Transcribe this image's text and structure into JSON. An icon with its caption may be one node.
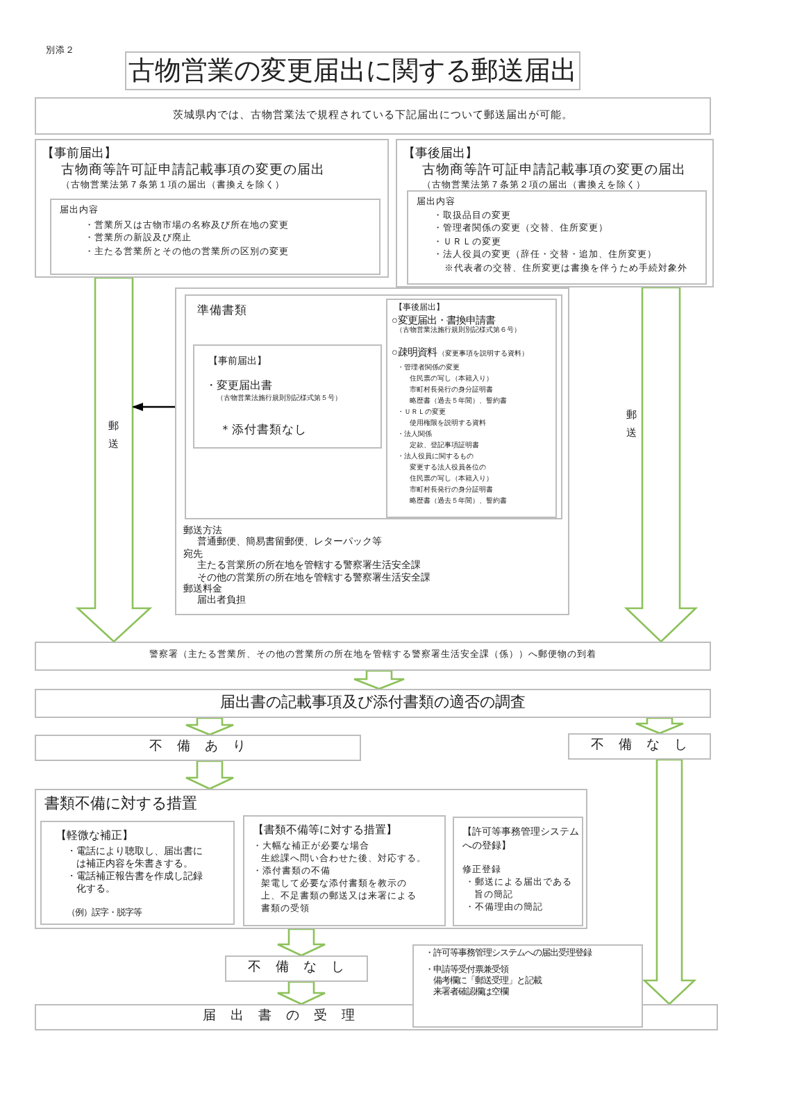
{
  "diagram": {
    "title": "古物営業の変更届出に関する郵送届出",
    "nodes": [
      {
        "text": [
          "茨城県内では、古物営業法で規程されている下記届出について郵送届出が可能。"
        ]
      },
      {
        "text": [
          "【事前届出】",
          "古物商等許可証申請記載事項の変更の届出",
          "（古物営業法第７条第１項の届出（書換えを除く）"
        ]
      },
      {
        "text": [
          "届出内容",
          "・営業所又は古物市場の名称及び所在地の変更",
          "・営業所の新設及び廃止",
          "・主たる営業所とその他の営業所の区別の変更"
        ],
        "in": 1
      },
      {
        "text": [
          "【事後届出】",
          "古物商等許可証申請記載事項の変更の届出",
          "（古物営業法第７条第２項の届出（書換えを除く）"
        ]
      },
      {
        "text": [
          "届出内容",
          "・取扱品目の変更",
          "・管理者関係の変更（交替、住所変更）",
          "・ＵＲＬの変更",
          "・法人役員の変更（辞任・交替・追加、住所変更）",
          "※代表者の交替、住所変更は書換を伴うため手続対象外"
        ],
        "in": 3
      },
      {
        "text": [
          "郵送方法",
          "普通郵便、簡易書留郵便、レターパック等",
          "宛先",
          "主たる営業所の所在地を管轄する警察署生活安全課",
          "その他の営業所の所在地を管轄する警察署生活安全課",
          "郵送料金",
          "届出者負担"
        ]
      },
      {
        "text": [
          "準備書類"
        ],
        "in": 5
      },
      {
        "text": [
          "【事前届出】",
          "・変更届出書",
          "（古物営業法施行規則別記様式第５号）",
          "＊添付書類なし"
        ],
        "in": 6
      },
      {
        "text": [
          "【事後届出】",
          "○変更届出・書換申請書",
          "（古物営業法施行規則別記様式第６号）",
          "○疎明資料",
          "（変更事項を説明する資料）",
          "・管理者関係の変更",
          "住民票の写し（本籍入り）",
          "市町村長発行の身分証明書",
          "略歴書（過去５年間）、誓約書",
          "・ＵＲＬの変更",
          "使用権限を説明する資料",
          "・法人関係",
          "定款、登記事項証明書",
          "・法人役員に関するもの",
          "変更する法人役員各位の",
          "住民票の写し（本籍入り）",
          "市町村長発行の身分証明書",
          "略歴書（過去５年間）、誓約書"
        ],
        "in": 6
      },
      {
        "text": [
          "警察署（主たる営業所、その他の営業所の所在地を管轄する警察署生活安全課（係））へ郵便物の到着"
        ]
      },
      {
        "text": [
          "届出書の記載事項及び添付書類の適否の調査"
        ]
      },
      {
        "text": [
          "不　備　あ　り"
        ]
      },
      {
        "text": [
          "不　備　な　し"
        ]
      },
      {
        "text": [
          "書類不備に対する措置"
        ]
      },
      {
        "text": [
          "【軽微な補正】",
          "・電話により聴取し、届出書には補正内容を朱書きする。",
          "・電話補正報告書を作成し記録化する。",
          "（例）誤字・脱字等"
        ],
        "in": 13
      },
      {
        "text": [
          "【書類不備等に対する措置】",
          "・大幅な補正が必要な場合",
          "生総課へ問い合わせた後、対応する。",
          "・添付書類の不備",
          "架電して必要な添付書類を教示の上、不足書類の郵送又は来署による書類の受領"
        ],
        "in": 13
      },
      {
        "text": [
          "【許可等事務管理システムへの登録】",
          "修正登録",
          "・郵送による届出である旨の簡記",
          "・不備理由の簡記"
        ],
        "in": 13
      },
      {
        "text": [
          "不　備　な　し"
        ]
      },
      {
        "text": [
          "届　出　書　の　受　理"
        ]
      },
      {
        "text": [
          "・許可等事務管理システムへの届出受理登録",
          "・申請等受付票兼受領",
          "備考欄に「郵送受理」と記載",
          "来署者確認欄は空欄"
        ]
      }
    ],
    "edges": [
      {
        "from": 1,
        "to": 9,
        "arrow": "to",
        "label": "郵送"
      },
      {
        "from": 3,
        "to": 9,
        "arrow": "to",
        "label": "郵送"
      },
      {
        "from": 5,
        "to": null,
        "arrow": "to",
        "color": "#000000"
      },
      {
        "from": 9,
        "to": 10,
        "arrow": "to"
      },
      {
        "from": 10,
        "to": 11,
        "arrow": "to"
      },
      {
        "from": 10,
        "to": 12,
        "arrow": "to"
      },
      {
        "from": 11,
        "to": 13,
        "arrow": "to"
      },
      {
        "from": 13,
        "to": 17,
        "arrow": "to"
      },
      {
        "from": 17,
        "to": 18,
        "arrow": "to"
      },
      {
        "from": 12,
        "to": 18,
        "arrow": "to"
      }
    ],
    "labels": [
      "別添２"
    ]
  }
}
